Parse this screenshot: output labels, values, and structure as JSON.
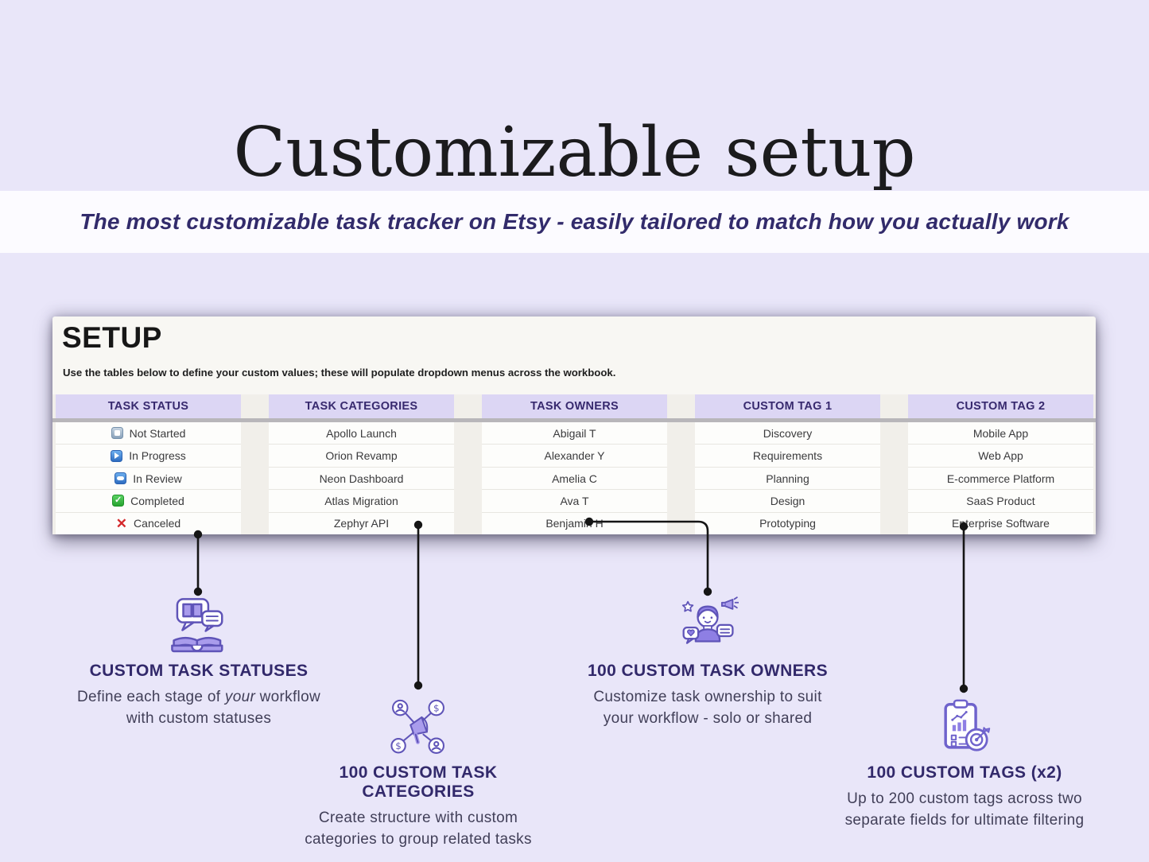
{
  "header": {
    "title": "Customizable setup",
    "subtitle": "The most customizable task tracker on Etsy - easily tailored to match how you actually work"
  },
  "setup_card": {
    "title": "SETUP",
    "description": "Use the tables below to define your custom values; these will populate dropdown menus across the workbook.",
    "tables": [
      {
        "header": "TASK STATUS",
        "rows": [
          {
            "icon": "not-started-square-icon",
            "label": "Not Started"
          },
          {
            "icon": "play-icon",
            "label": "In Progress"
          },
          {
            "icon": "review-icon",
            "label": "In Review"
          },
          {
            "icon": "check-icon",
            "label": "Completed"
          },
          {
            "icon": "x-icon",
            "label": "Canceled"
          }
        ]
      },
      {
        "header": "TASK CATEGORIES",
        "rows": [
          "Apollo Launch",
          "Orion Revamp",
          "Neon Dashboard",
          "Atlas Migration",
          "Zephyr API"
        ]
      },
      {
        "header": "TASK OWNERS",
        "rows": [
          "Abigail T",
          "Alexander Y",
          "Amelia C",
          "Ava T",
          "Benjamin H"
        ]
      },
      {
        "header": "CUSTOM TAG 1",
        "rows": [
          "Discovery",
          "Requirements",
          "Planning",
          "Design",
          "Prototyping"
        ]
      },
      {
        "header": "CUSTOM TAG 2",
        "rows": [
          "Mobile App",
          "Web App",
          "E-commerce Platform",
          "SaaS Product",
          "Enterprise Software"
        ]
      }
    ]
  },
  "annotations": [
    {
      "icon": "book-chat-icon",
      "heading": "CUSTOM TASK STATUSES",
      "body": [
        {
          "t": "Define each stage of "
        },
        {
          "t": "your",
          "italic": true
        },
        {
          "t": " workflow with custom statuses"
        }
      ]
    },
    {
      "icon": "megaphone-network-icon",
      "heading": "100 CUSTOM TASK CATEGORIES",
      "body": [
        {
          "t": "Create structure with custom categories to group related tasks"
        }
      ]
    },
    {
      "icon": "person-megaphone-icon",
      "heading": "100 CUSTOM TASK OWNERS",
      "body": [
        {
          "t": "Customize task ownership to suit your workflow - solo or shared"
        }
      ]
    },
    {
      "icon": "clipboard-target-icon",
      "heading": "100 CUSTOM TAGS (x2)",
      "body": [
        {
          "t": "Up to 200 custom tags across two separate fields for ultimate filtering"
        }
      ]
    }
  ],
  "colors": {
    "background": "#E9E6F9",
    "subtitle_band": "#FCFBFF",
    "title_text": "#1B1B1D",
    "subtitle_text": "#322B6B",
    "card_bg": "#F8F7F3",
    "table_header_bg": "#DCD6F4",
    "table_header_text": "#37296E",
    "heading_purple": "#32296B",
    "icon_purple": "#5F54B8",
    "icon_fill": "#A99CEC",
    "status_blue": "#2E6CC0",
    "status_green": "#27A330",
    "status_red": "#D4282A",
    "connector": "#151515"
  }
}
